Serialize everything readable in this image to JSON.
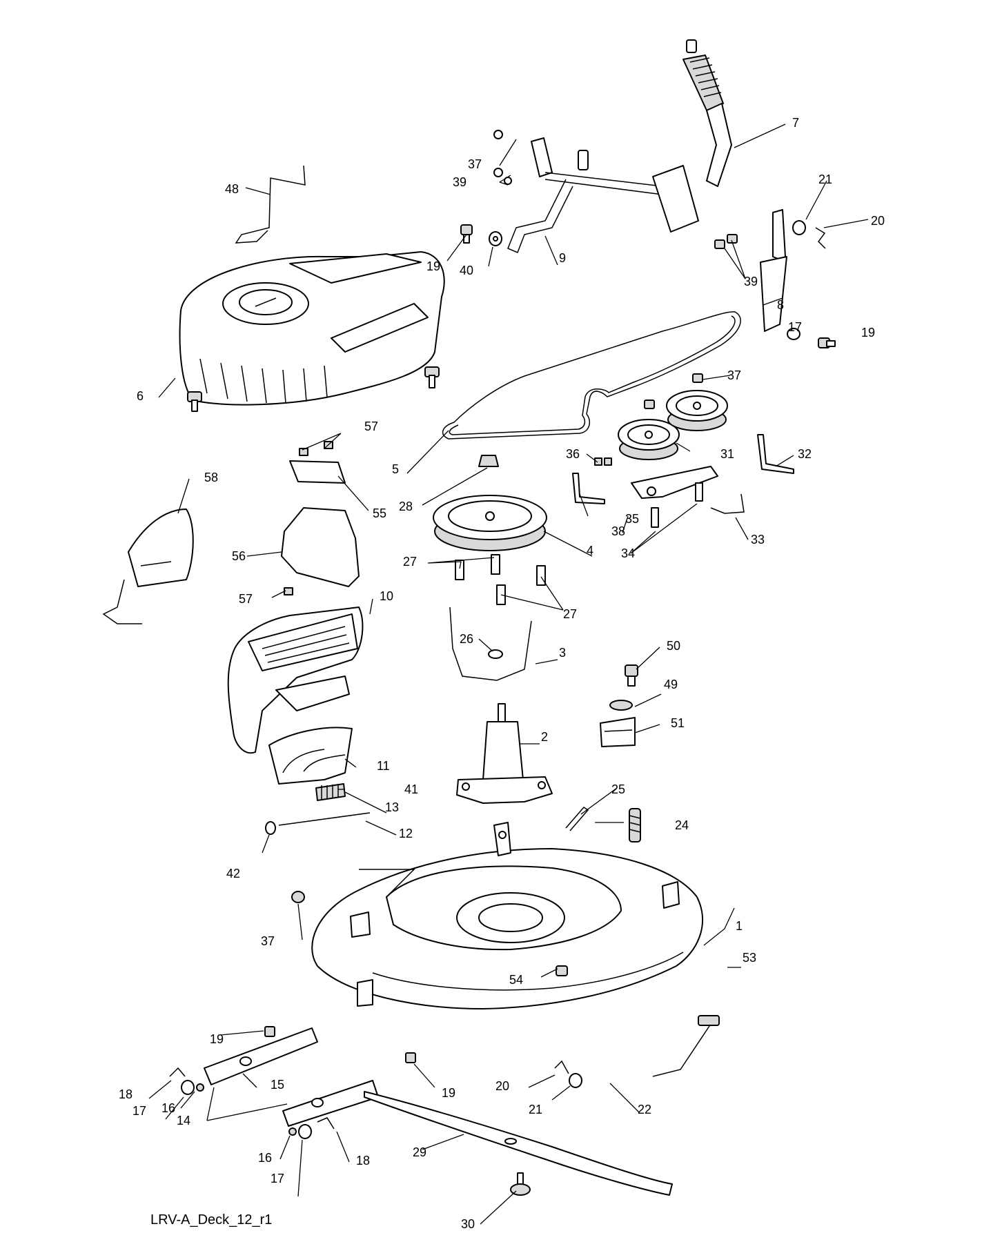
{
  "caption": "LRV-A_Deck_12_r1",
  "labels": [
    "1",
    "2",
    "3",
    "4",
    "5",
    "6",
    "7",
    "8",
    "9",
    "10",
    "11",
    "12",
    "13",
    "14",
    "15",
    "16",
    "17",
    "18",
    "19",
    "20",
    "21",
    "22",
    "24",
    "25",
    "26",
    "27",
    "28",
    "29",
    "30",
    "31",
    "32",
    "33",
    "34",
    "35",
    "36",
    "37",
    "38",
    "39",
    "40",
    "41",
    "42",
    "48",
    "49",
    "50",
    "51",
    "53",
    "54",
    "55",
    "56",
    "57",
    "58"
  ]
}
